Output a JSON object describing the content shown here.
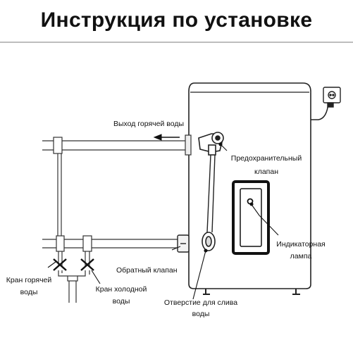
{
  "title": "Инструкция по установке",
  "labels": {
    "hot_outlet": "Выход горячей воды",
    "safety_valve_1": "Предохранительный",
    "safety_valve_2": "клапан",
    "indicator_1": "Индикаторная",
    "indicator_2": "лампа",
    "check_valve": "Обратный клапан",
    "hot_tap_1": "Кран горячей",
    "hot_tap_2": "воды",
    "cold_tap_1": "Кран холодной",
    "cold_tap_2": "воды",
    "drain_1": "Отверстие для слива",
    "drain_2": "воды"
  }
}
